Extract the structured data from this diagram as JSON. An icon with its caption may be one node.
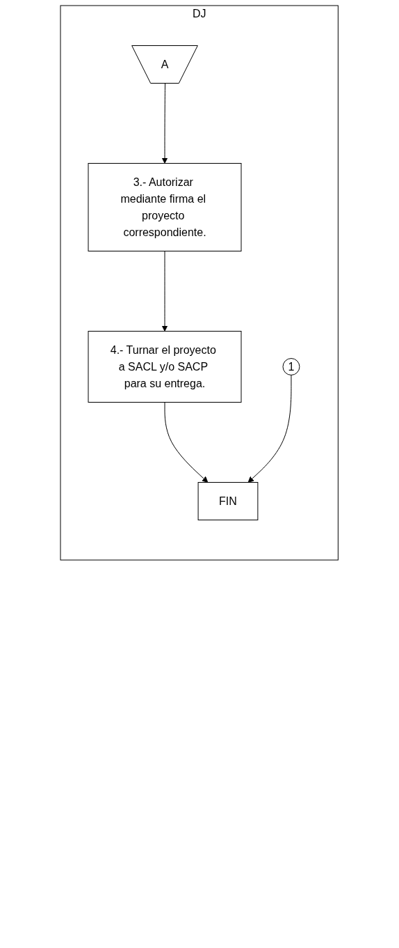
{
  "diagram": {
    "nodes": [
      {
        "text": [
          "DJ"
        ]
      },
      {
        "text": [
          "A"
        ],
        "in": 0
      },
      {
        "text": [
          "3.- Autorizar mediante firma el proyecto correspondiente."
        ],
        "in": 0
      },
      {
        "text": [
          "4.- Turnar el proyecto a SACL y/o SACP para su entrega."
        ],
        "in": 0
      },
      {
        "text": [
          "1"
        ],
        "in": 0
      },
      {
        "text": [
          "FIN"
        ],
        "in": 0
      }
    ],
    "edges": [
      {
        "from": 1,
        "to": 2,
        "arrow": "to"
      },
      {
        "from": 2,
        "to": 3,
        "arrow": "to"
      },
      {
        "from": 3,
        "to": 5,
        "arrow": "to"
      },
      {
        "from": 4,
        "to": 5,
        "arrow": "to"
      }
    ]
  }
}
